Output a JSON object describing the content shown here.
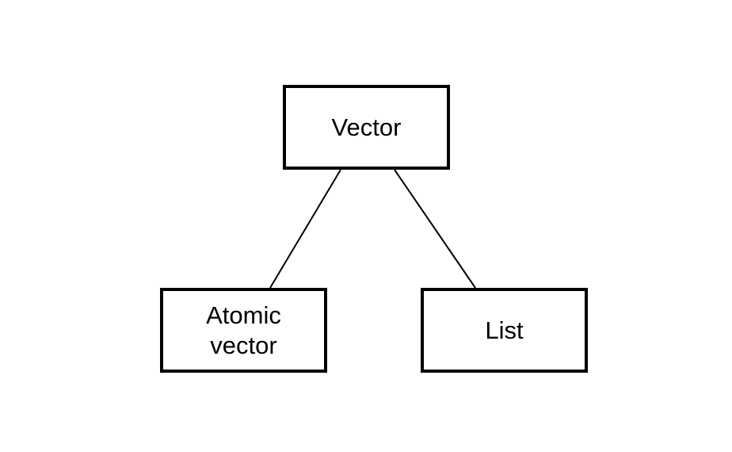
{
  "diagram": {
    "nodes": {
      "root": {
        "label": "Vector"
      },
      "left_child": {
        "label_line1": "Atomic",
        "label_line2": "vector"
      },
      "right_child": {
        "label": "List"
      }
    },
    "edges": [
      {
        "from": "Vector",
        "to": "Atomic vector"
      },
      {
        "from": "Vector",
        "to": "List"
      }
    ],
    "colors": {
      "stroke": "#000000",
      "text": "#000000",
      "background": "#ffffff"
    }
  }
}
